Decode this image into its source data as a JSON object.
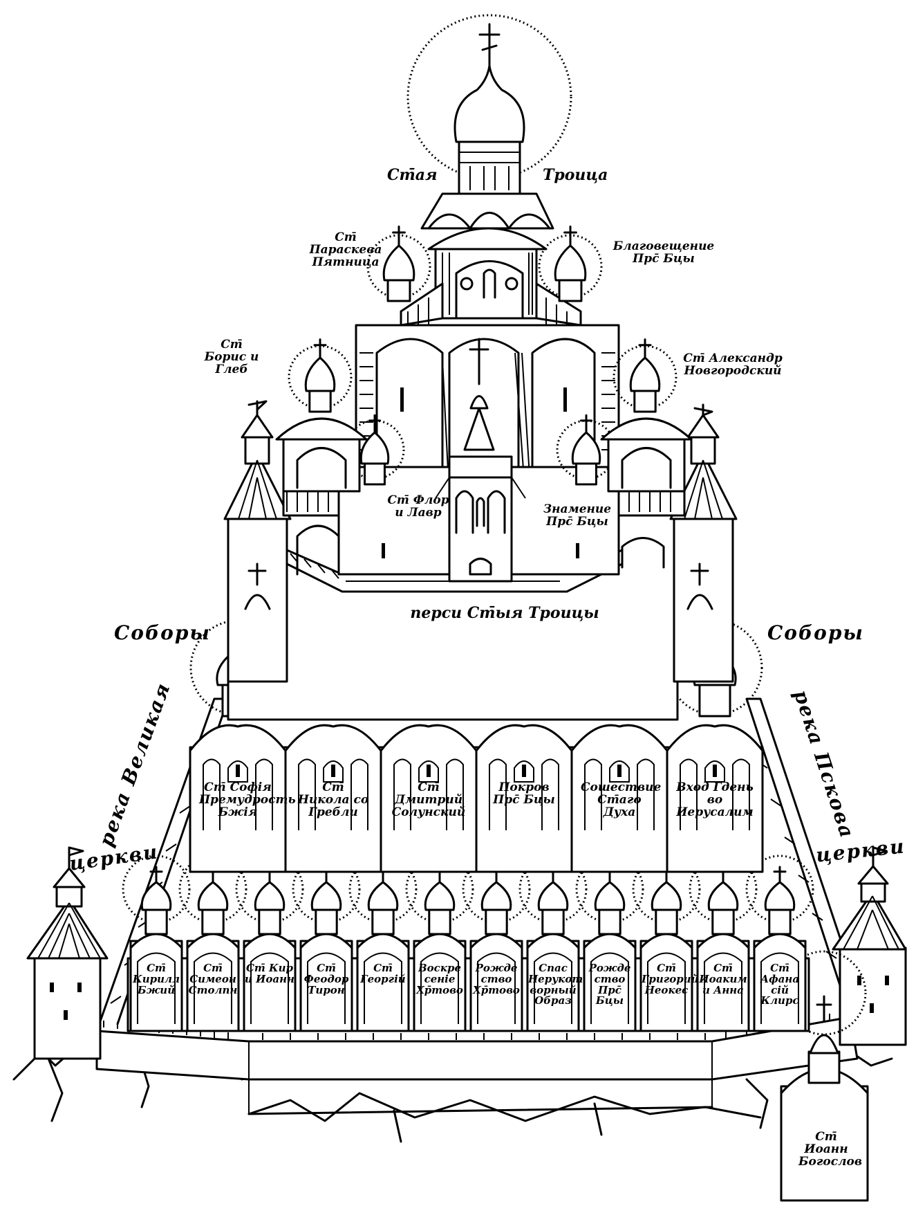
{
  "labels": {
    "sv_troitsa_left": "Ст̄ая",
    "sv_troitsa_right": "Троица",
    "paraskeva": "Ст̄ Параскева Пятница",
    "blagoveshchenie": "Благовещение Прс̄ Бцы",
    "boris_gleb": "Ст̄ Борис и Глеб",
    "aleksandr": "Ст̄ Александр Новгородский",
    "flor_lavr": "Ст̄ Флор и Лавр",
    "znamenie": "Знамение Прс̄ Бцы",
    "persi_troitsy": "перси Ст̄ыя Троицы",
    "sobory_left": "Соборы",
    "sobory_right": "Соборы",
    "reka_velikaya": "река Великая",
    "reka_pskova": "река Пскова",
    "tserkvi_left": "церкви",
    "tserkvi_right": "церкви",
    "sobor_names": [
      "Ст̄ Софія Премудрость Бжія",
      "Ст̄ Никола со Гребли",
      "Ст̄ Дмитрий Солунский",
      "Покров Прс̄ Бцы",
      "Сошествие Ст̄аго Духа",
      "Вход Гдень во Иерусалим"
    ],
    "church_names": [
      "Ст̄ Кирилл Бжий",
      "Ст̄ Симеон Столпн",
      "Ст̄ Кир и Иоанн",
      "Ст̄ Феодор Тирон",
      "Ст̄ Георгій",
      "Воскре сеніе Хр̄тово",
      "Рожде ство Хр̄тово",
      "Спас Нерукот ворный Образ",
      "Рожде ство Прс̄ Бцы",
      "Ст̄ Григорий Неокес",
      "Ст̄ Иоаким и Анна",
      "Ст̄ Афана сій Клирс"
    ],
    "ioann": "Ст̄ Иоанн Богослов"
  }
}
